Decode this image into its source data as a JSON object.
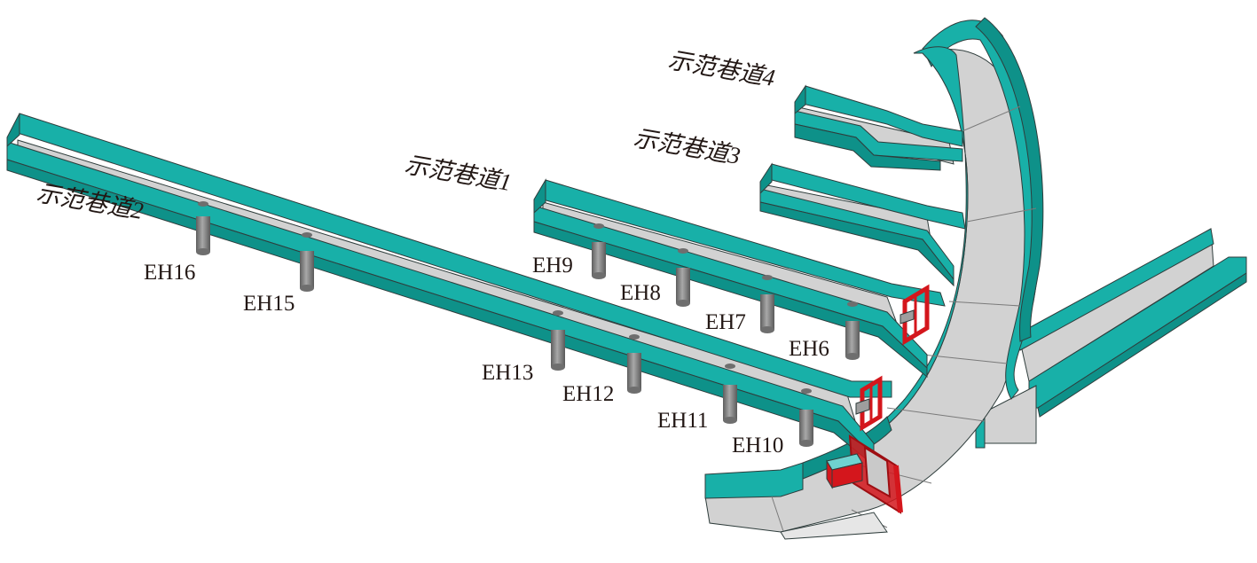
{
  "roadways": [
    {
      "id": "r1",
      "label": "示范巷道1"
    },
    {
      "id": "r2",
      "label": "示范巷道2"
    },
    {
      "id": "r3",
      "label": "示范巷道3"
    },
    {
      "id": "r4",
      "label": "示范巷道4"
    }
  ],
  "boreholes": [
    {
      "id": "eh6",
      "label": "EH6",
      "roadway": "r1"
    },
    {
      "id": "eh7",
      "label": "EH7",
      "roadway": "r1"
    },
    {
      "id": "eh8",
      "label": "EH8",
      "roadway": "r1"
    },
    {
      "id": "eh9",
      "label": "EH9",
      "roadway": "r1"
    },
    {
      "id": "eh10",
      "label": "EH10",
      "roadway": "r2"
    },
    {
      "id": "eh11",
      "label": "EH11",
      "roadway": "r2"
    },
    {
      "id": "eh12",
      "label": "EH12",
      "roadway": "r2"
    },
    {
      "id": "eh13",
      "label": "EH13",
      "roadway": "r2"
    },
    {
      "id": "eh15",
      "label": "EH15",
      "roadway": "r2"
    },
    {
      "id": "eh16",
      "label": "EH16",
      "roadway": "r2"
    }
  ],
  "colors": {
    "wall_top": "#18B0A8",
    "wall_side": "#0E9189",
    "floor": "#D2D2D2",
    "borehole": "#8A8A8A",
    "door": "#D4161C",
    "outline": "#2F3D3C"
  }
}
